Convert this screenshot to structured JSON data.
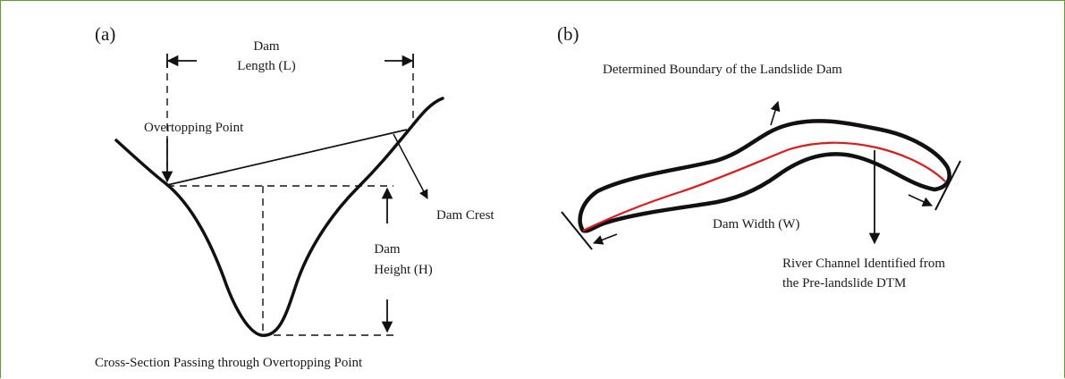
{
  "panel_a": {
    "tag": "(a)",
    "dam_length": [
      "Dam",
      "Length (L)"
    ],
    "overtopping_point": "Overtopping Point",
    "dam_crest": "Dam Crest",
    "dam_height": [
      "Dam",
      "Height (H)"
    ],
    "cross_section": "Cross-Section Passing through Overtopping Point"
  },
  "panel_b": {
    "tag": "(b)",
    "boundary": "Determined Boundary of the Landslide Dam",
    "dam_width": "Dam Width (W)",
    "river_channel": [
      "River Channel Identified from",
      "the Pre-landslide DTM"
    ]
  },
  "colors": {
    "frame": "#5aa02c",
    "line": "#111111",
    "river": "#e01a1a"
  }
}
